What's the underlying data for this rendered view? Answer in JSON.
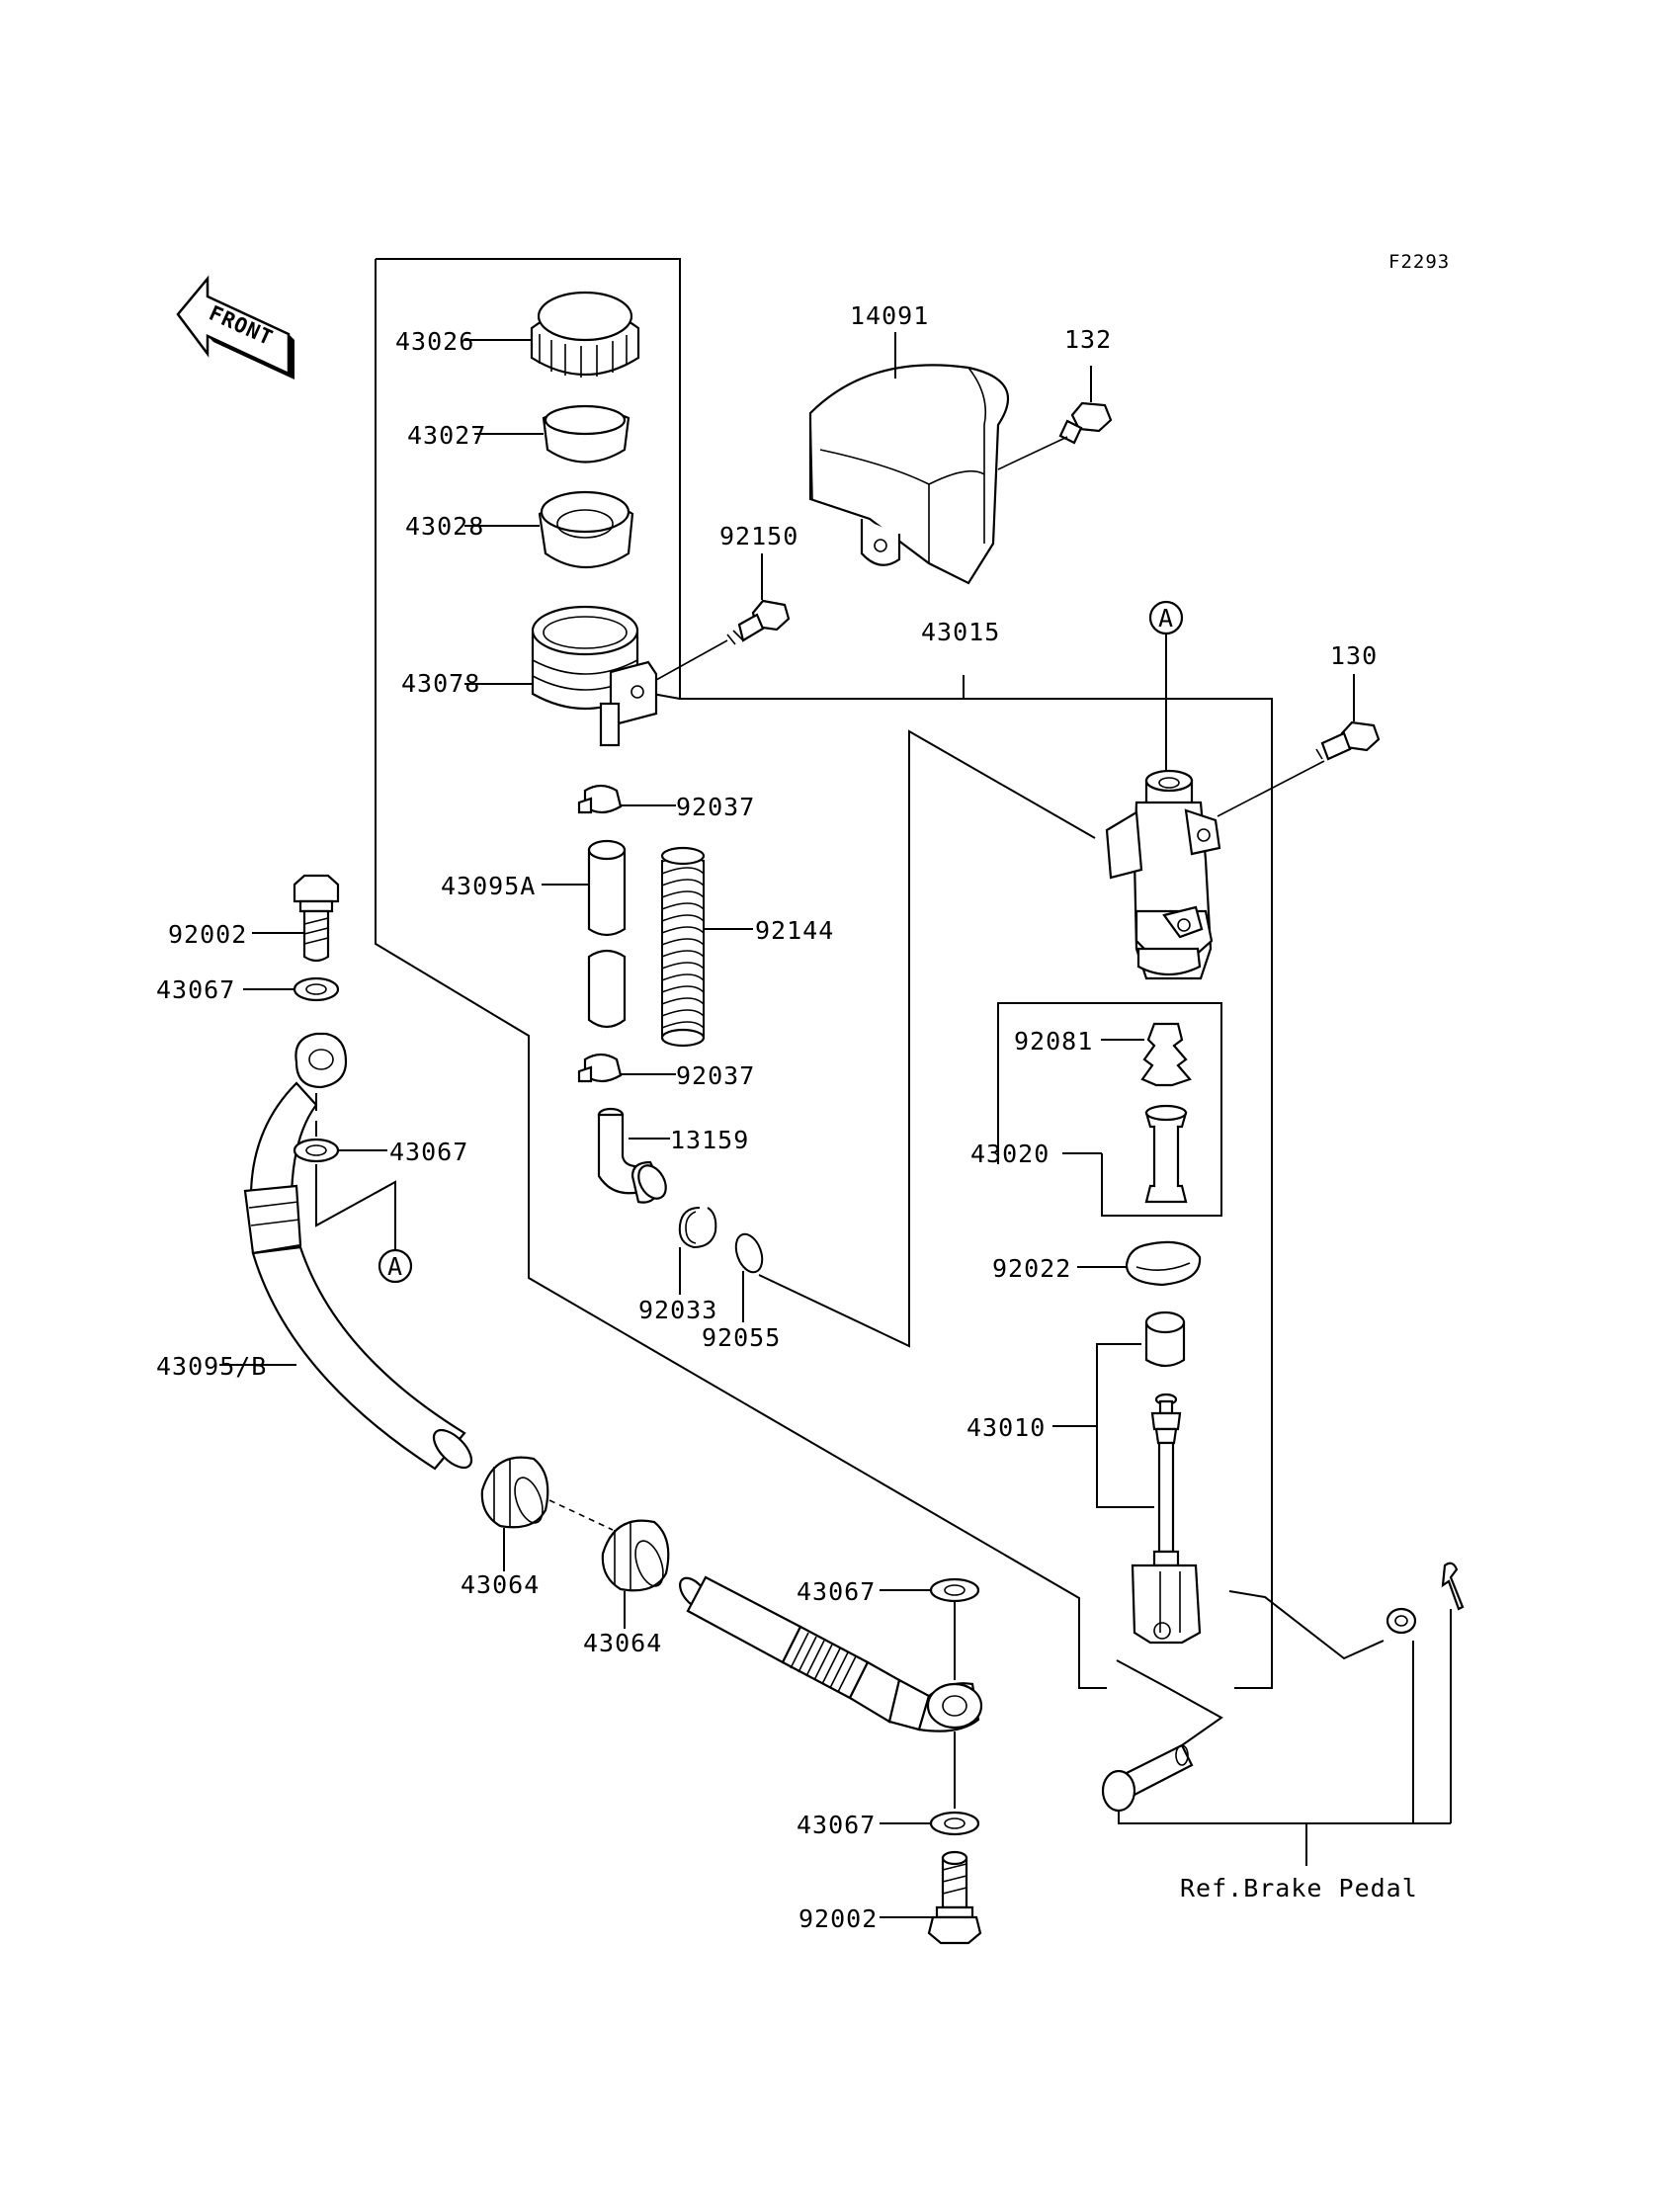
{
  "figure_code": "F2293",
  "front_label": "FRONT",
  "marker": "A",
  "reference_note": "Ref.Brake Pedal",
  "parts": {
    "p43026": "43026",
    "p43027": "43027",
    "p43028": "43028",
    "p43078": "43078",
    "p14091": "14091",
    "p132": "132",
    "p92150": "92150",
    "p43015": "43015",
    "p130": "130",
    "p92037a": "92037",
    "p43095A": "43095A",
    "p92144": "92144",
    "p92037b": "92037",
    "p13159": "13159",
    "p92033": "92033",
    "p92055": "92055",
    "p92002a": "92002",
    "p43067a": "43067",
    "p43067b": "43067",
    "p43095B": "43095/B",
    "p43064a": "43064",
    "p43064b": "43064",
    "p43067c": "43067",
    "p43067d": "43067",
    "p92002b": "92002",
    "p92081": "92081",
    "p43020": "43020",
    "p92022": "92022",
    "p43010": "43010"
  }
}
